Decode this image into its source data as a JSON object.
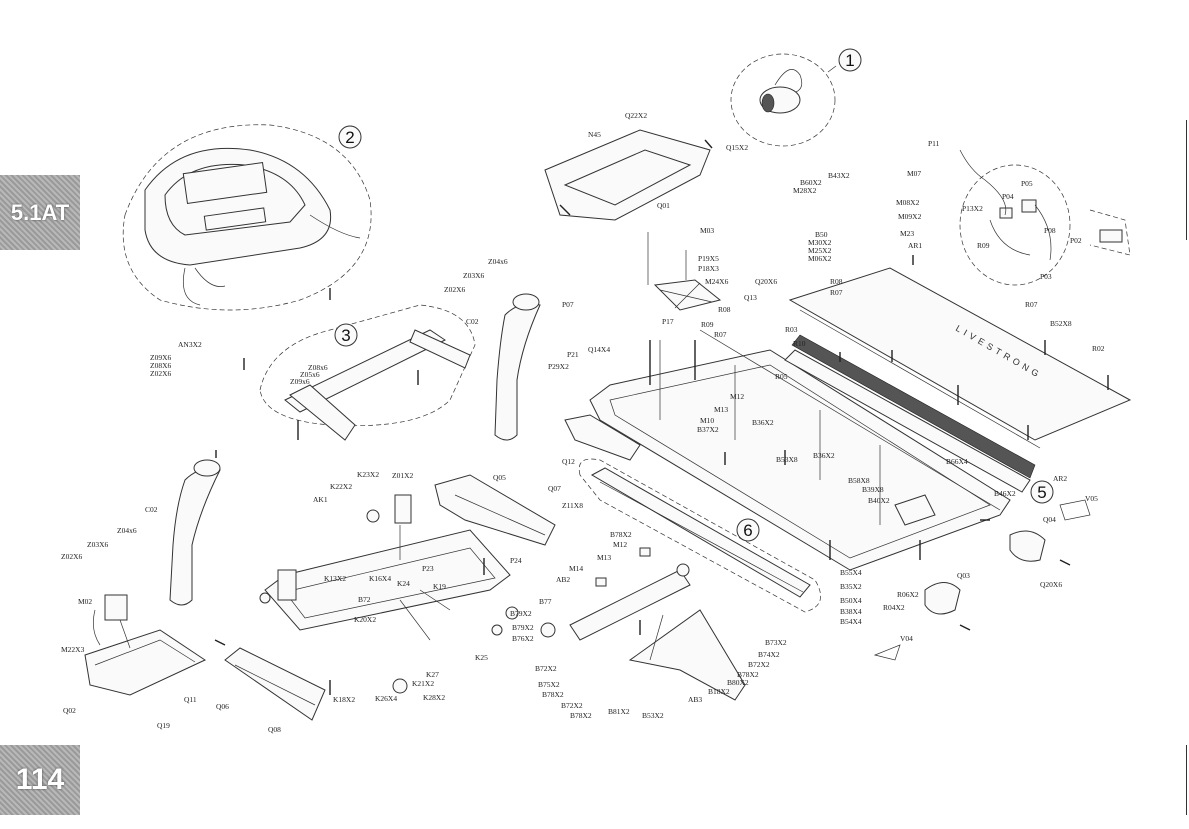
{
  "page": {
    "section_tab": "5.1AT",
    "page_number": "114"
  },
  "groups": [
    "1",
    "2",
    "3",
    "5",
    "6"
  ],
  "belt_brand": "LIVESTRONG",
  "labels": [
    "Q22X2",
    "N45",
    "Q15X2",
    "Q01",
    "M03",
    "P19X5",
    "P18X3",
    "M24X6",
    "R08",
    "P17",
    "P21",
    "Q14X4",
    "P29X2",
    "R09",
    "R07",
    "M13",
    "M12",
    "M10",
    "B37X2",
    "B36X2",
    "B53X8",
    "B36X2",
    "Q20X6",
    "Q13",
    "R03",
    "R10",
    "R05",
    "R08",
    "R07",
    "B60X2",
    "M28X2",
    "B43X2",
    "M07",
    "M08X2",
    "M09X2",
    "B50",
    "M30X2",
    "M25X2",
    "M06X2",
    "M23",
    "AR1",
    "P11",
    "P13X2",
    "P04",
    "P05",
    "P08",
    "R09",
    "P02",
    "P03",
    "R07",
    "B52X8",
    "R02",
    "AR2",
    "B46X2",
    "B66X4",
    "B58X8",
    "B39X8",
    "B40X2",
    "Q04",
    "V05",
    "Q20X6",
    "Q03",
    "R06X2",
    "R04X2",
    "V04",
    "B55X4",
    "B35X2",
    "B50X4",
    "B38X4",
    "B54X4",
    "Z04x6",
    "Z03X6",
    "Z02X6",
    "C02",
    "P07",
    "AN3X2",
    "Z09X6",
    "Z08X6",
    "Z02X6",
    "Z08x6",
    "Z05x6",
    "Z09x6",
    "C02",
    "Z04x6",
    "Z03X6",
    "Z02X6",
    "M02",
    "M22X3",
    "Q02",
    "Q11",
    "Q19",
    "Q06",
    "Q08",
    "K23X2",
    "K22X2",
    "Z01X2",
    "AK1",
    "Q05",
    "Q07",
    "Z11X8",
    "K13X2",
    "K16X4",
    "K24",
    "P23",
    "P24",
    "K19",
    "B72",
    "K20X2",
    "K27",
    "K21X2",
    "K25",
    "K28X2",
    "K26X4",
    "K18X2",
    "B79X2",
    "M12",
    "M13",
    "M14",
    "AB2",
    "B77",
    "B78X2",
    "B76X2",
    "B79X2",
    "B72X2",
    "B75X2",
    "B78X2",
    "B72X2",
    "B78X2",
    "B81X2",
    "B53X2",
    "AB3",
    "B18X2",
    "B80X2",
    "B78X2",
    "B72X2",
    "B74X2",
    "B73X2",
    "Q12"
  ]
}
